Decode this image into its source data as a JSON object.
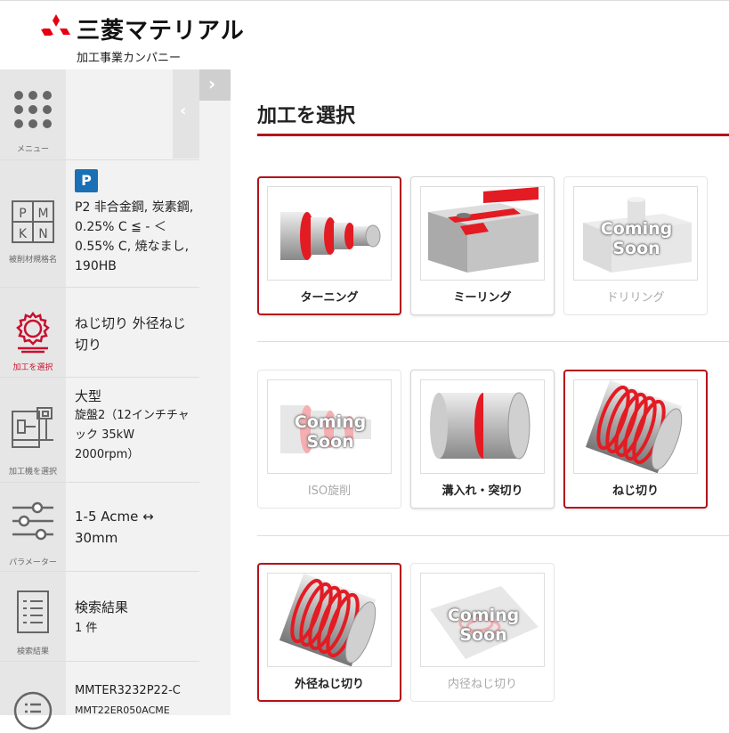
{
  "header": {
    "brand": "三菱マテリアル",
    "division": "加工事業カンパニー"
  },
  "sidebar": {
    "menu_caption": "メニュー",
    "material": {
      "caption": "被削材規格名",
      "badge": "P",
      "text": "P2 非合金鋼, 炭素鋼, 0.25% C ≦ - ＜ 0.55% C, 焼なまし, 190HB",
      "grid": [
        "P",
        "M",
        "K",
        "N"
      ]
    },
    "process": {
      "caption": "加工を選択",
      "text": "ねじ切り 外径ねじ切り"
    },
    "machine": {
      "caption": "加工機を選択",
      "title": "大型",
      "text": "旋盤2（12インチチャック 35kW 2000rpm）"
    },
    "params": {
      "caption": "パラメーター",
      "text": "1-5 Acme ↔ 30mm"
    },
    "results": {
      "caption": "検索結果",
      "title": "検索結果",
      "text": "1 件"
    },
    "product": {
      "line1": "MMTER3232P22-C",
      "line2": "MMT22ER050ACME"
    }
  },
  "main": {
    "title": "加工を選択",
    "coming_soon": "Coming Soon",
    "cards": [
      {
        "label": "ターニング"
      },
      {
        "label": "ミーリング"
      },
      {
        "label": "ドリリング"
      },
      {
        "label": "ISO旋削"
      },
      {
        "label": "溝入れ・突切り"
      },
      {
        "label": "ねじ切り"
      },
      {
        "label": "外径ねじ切り"
      },
      {
        "label": "内径ねじ切り"
      }
    ]
  },
  "colors": {
    "accent": "#b5121b",
    "badge": "#1a6fb5"
  }
}
